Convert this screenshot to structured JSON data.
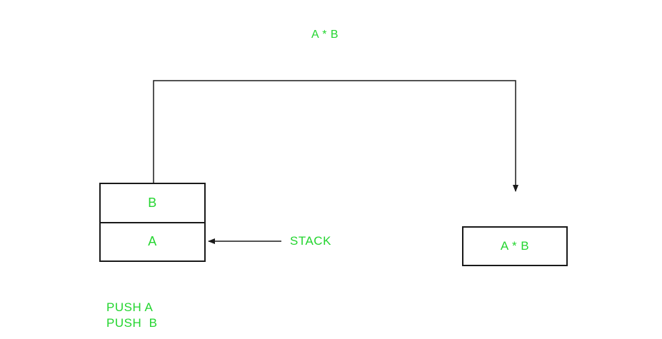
{
  "diagram": {
    "title_expression": "A * B",
    "stack": {
      "label": "STACK",
      "items": [
        "B",
        "A"
      ]
    },
    "result_box": {
      "label": "A * B"
    },
    "operations": [
      "PUSH A",
      "PUSH  B"
    ]
  },
  "colors": {
    "text_green": "#23d52f",
    "line_black": "#1a1a1a",
    "background": "#ffffff"
  }
}
